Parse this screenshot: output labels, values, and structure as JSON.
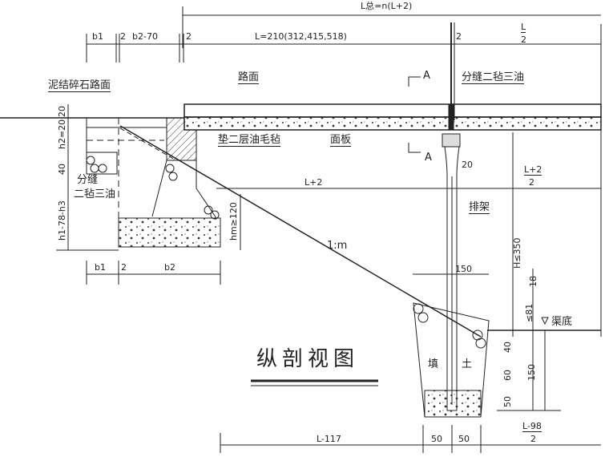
{
  "drawing": {
    "title": "纵剖视图",
    "labels": {
      "road_surface_macadam": "泥结碎石路面",
      "road_surface": "路面",
      "joint_top": "分缝二毡三油",
      "joint_left_1": "分缝",
      "joint_left_2": "二毡三油",
      "felt_pad": "垫二层油毛毡",
      "deck_slab": "面板",
      "bent_frame": "排架",
      "canal_bottom": "渠底",
      "fill_1": "填",
      "fill_2": "土",
      "section_mark_top": "A",
      "section_mark_bottom": "A",
      "slope": "1:m"
    },
    "dimensions": {
      "total_length": "L总=n(L+2)",
      "b1_top": "b1",
      "gap2_a": "2",
      "b2_minus_70": "b2-70",
      "gap2_b": "2",
      "span_L": "L=210(312,415,518)",
      "gap2_c": "2",
      "half_L_num": "L",
      "half_L_den": "2",
      "v_20": "20",
      "v_h2_20": "h2=20",
      "v_40": "40",
      "v_h1_78_h3": "h1-78-h3",
      "pier_20": "20",
      "L_plus_2": "L+2",
      "L2_half_num": "L+2",
      "L2_half_den": "2",
      "hm_120": "hm≥120",
      "H_350": "H≤350",
      "b1_bottom": "b1",
      "gap2_d": "2",
      "b2_bottom": "b2",
      "w150": "150",
      "v18": "18",
      "v_le_81": "≤81",
      "v40_b": "40",
      "v60": "60",
      "v50": "50",
      "v150_b": "150",
      "L_minus_117": "L-117",
      "w50_a": "50",
      "w50_b": "50",
      "L98_num": "L-98",
      "L98_den": "2"
    },
    "colors": {
      "ink": "#222222",
      "background": "#ffffff"
    }
  }
}
